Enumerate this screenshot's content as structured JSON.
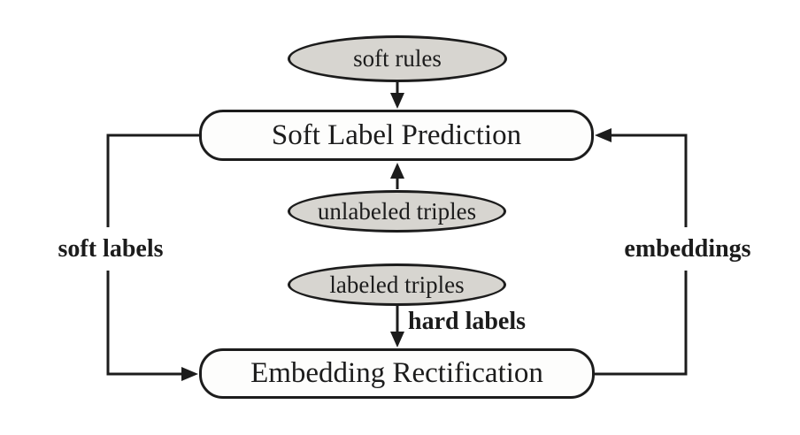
{
  "figure": {
    "type": "flow-diagram",
    "description": "Iterative training loop between soft label prediction and embedding rectification"
  },
  "colors": {
    "background": "#ffffff",
    "stroke": "#1c1c1c",
    "text": "#1c1c1c",
    "ellipse_fill": "#d7d5d0",
    "box_fill": "#fdfdfc"
  },
  "nodes": {
    "soft_rules": {
      "label": "soft rules",
      "shape": "ellipse"
    },
    "soft_label_prediction": {
      "label": "Soft Label Prediction",
      "shape": "rounded-box"
    },
    "unlabeled_triples": {
      "label": "unlabeled triples",
      "shape": "ellipse"
    },
    "labeled_triples": {
      "label": "labeled triples",
      "shape": "ellipse"
    },
    "embedding_rectification": {
      "label": "Embedding Rectification",
      "shape": "rounded-box"
    }
  },
  "edge_labels": {
    "soft_labels": "soft labels",
    "hard_labels": "hard labels",
    "embeddings": "embeddings"
  },
  "edges": [
    {
      "from": "soft_rules",
      "to": "soft_label_prediction",
      "label": ""
    },
    {
      "from": "unlabeled_triples",
      "to": "soft_label_prediction",
      "label": ""
    },
    {
      "from": "labeled_triples",
      "to": "embedding_rectification",
      "label": "hard labels"
    },
    {
      "from": "soft_label_prediction",
      "to": "embedding_rectification",
      "label": "soft labels",
      "route": "left"
    },
    {
      "from": "embedding_rectification",
      "to": "soft_label_prediction",
      "label": "embeddings",
      "route": "right"
    }
  ]
}
